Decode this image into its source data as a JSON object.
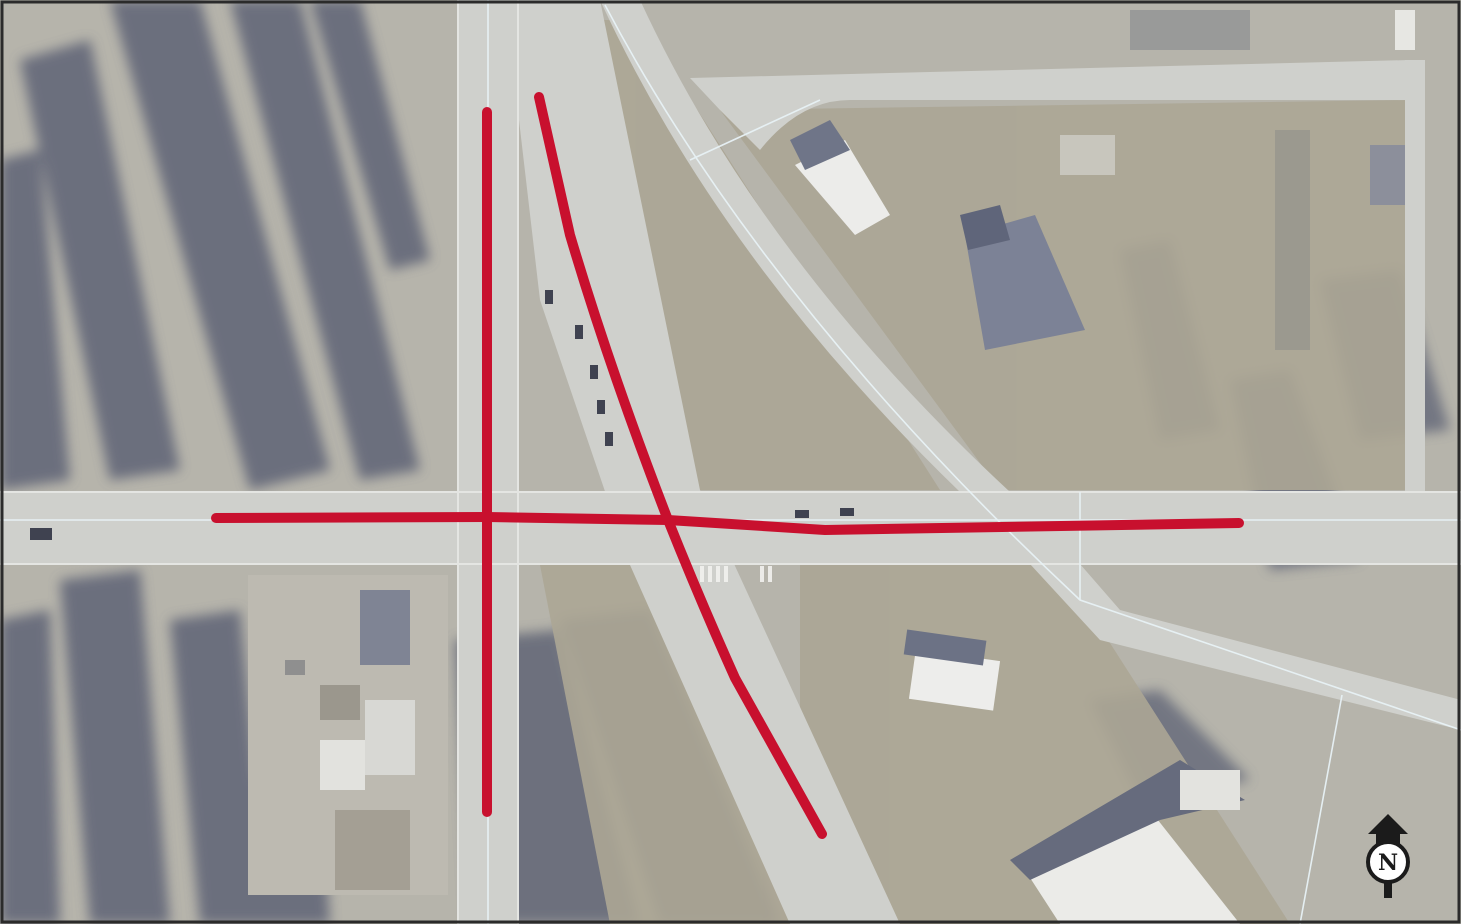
{
  "map": {
    "base_layer": "aerial-imagery",
    "colors": {
      "ground": "#b6b4ab",
      "field": "#a9a393",
      "road": "#cfd0cc",
      "tree": "#5e6274",
      "building_roof_light": "#e9e9e6",
      "building_roof_dark": "#7a7f90",
      "parcel_line": "#e6f0f4",
      "highlight_route": "#c8102e",
      "frame": "#2b2b2b"
    },
    "highlighted_routes": [
      {
        "id": "north-south-route",
        "style": "solid-red"
      },
      {
        "id": "diagonal-route",
        "style": "solid-red"
      },
      {
        "id": "east-west-route",
        "style": "solid-red"
      }
    ],
    "north_arrow": {
      "letter": "N",
      "icon": "north-arrow-icon"
    }
  }
}
